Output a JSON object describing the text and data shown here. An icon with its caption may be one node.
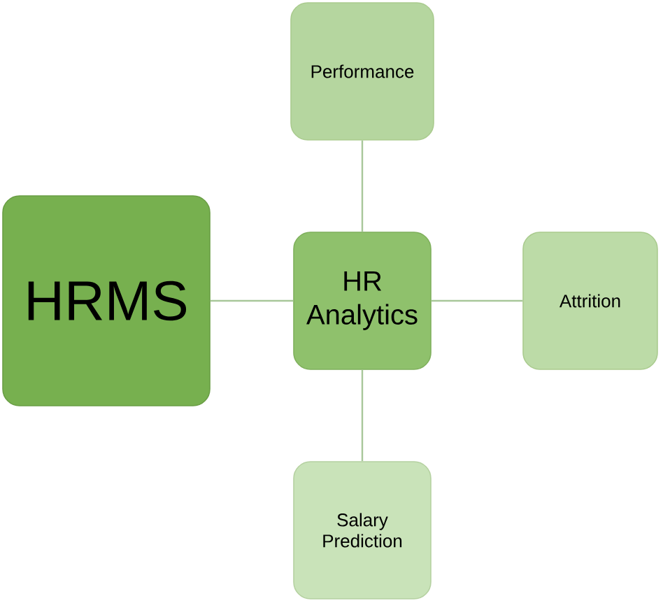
{
  "diagram": {
    "nodes": [
      {
        "text": [
          "Performance"
        ]
      },
      {
        "text": [
          "HRMS"
        ]
      },
      {
        "text": [
          "HR Analytics"
        ]
      },
      {
        "text": [
          "Attrition"
        ]
      },
      {
        "text": [
          "Salary Prediction"
        ]
      }
    ],
    "edges": [
      {
        "from": 1,
        "to": 2,
        "arrow": "none"
      },
      {
        "from": 2,
        "to": 0,
        "arrow": "none"
      },
      {
        "from": 2,
        "to": 3,
        "arrow": "none"
      },
      {
        "from": 2,
        "to": 4,
        "arrow": "none"
      }
    ]
  }
}
